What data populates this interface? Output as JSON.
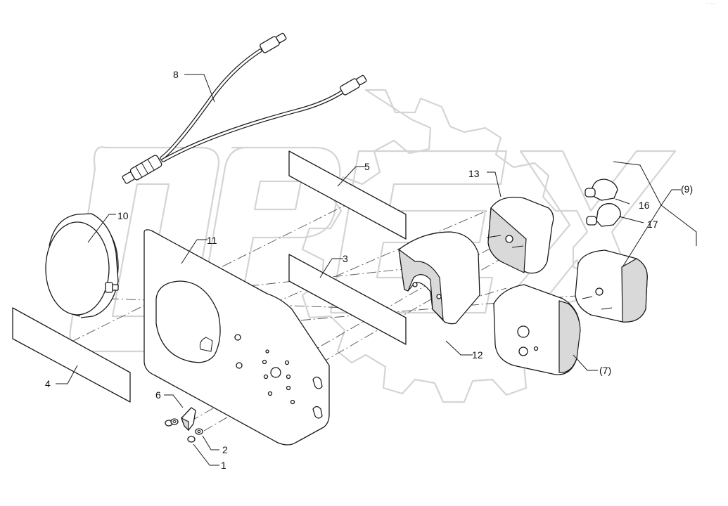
{
  "callouts": {
    "c1": "1",
    "c2": "2",
    "c3": "3",
    "c4": "4",
    "c5": "5",
    "c6": "6",
    "c7": "(7)",
    "c8": "8",
    "c9": "(9)",
    "c10": "10",
    "c11": "11",
    "c12": "12",
    "c13": "13",
    "c16": "16",
    "c17": "17"
  },
  "watermark": {
    "text": "OPEX"
  },
  "corner_mark": "··· ····",
  "colors": {
    "line": "#1a1a1a",
    "watermark": "#d4d4d4",
    "shade": "#d9d9d9",
    "background": "#ffffff"
  }
}
